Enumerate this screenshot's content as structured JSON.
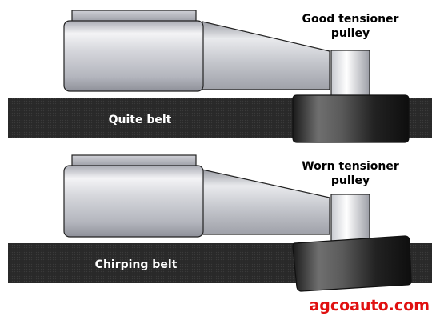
{
  "panels": [
    {
      "pulley_label_line1": "Good tensioner",
      "pulley_label_line2": "pulley",
      "belt_label": "Quite belt",
      "pulley_condition": "good"
    },
    {
      "pulley_label_line1": "Worn tensioner",
      "pulley_label_line2": "pulley",
      "belt_label": "Chirping belt",
      "pulley_condition": "worn"
    }
  ],
  "watermark": "agcoauto.com",
  "colors": {
    "belt": "#2b2b2b",
    "belt_label_text": "#ffffff",
    "label_text": "#000000",
    "watermark": "#e01010",
    "metal_light": "#f2f2f4",
    "metal_mid": "#c2c4cc",
    "metal_dark": "#8e9099",
    "pulley_light": "#777777",
    "pulley_dark": "#141414"
  }
}
